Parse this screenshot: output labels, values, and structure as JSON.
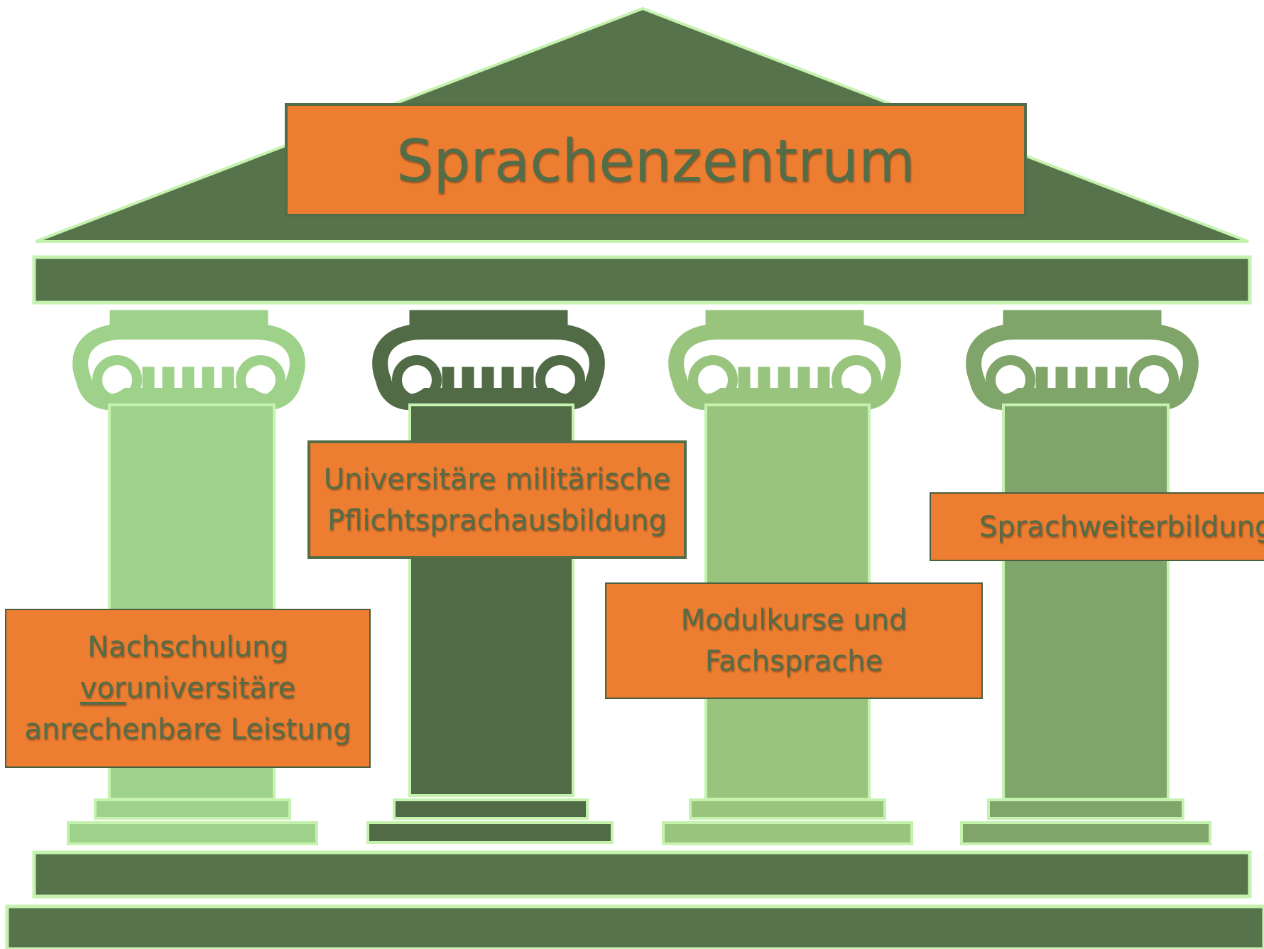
{
  "title": "Sprachenzentrum",
  "pillars": [
    {
      "lines": [
        "Nachschulung",
        "voruniversitäre",
        "anrechenbare Leistung"
      ],
      "underlined_prefix": "vor",
      "line2_rest": "universitäre",
      "color": "#9ed18a"
    },
    {
      "lines": [
        "Universitäre militärische",
        "Pflichtsprachausbildung"
      ],
      "color": "#506b45"
    },
    {
      "lines": [
        "Modulkurse und",
        "Fachsprache"
      ],
      "color": "#98c47e"
    },
    {
      "lines": [
        "Sprachweiterbildung"
      ],
      "color": "#7fa56a"
    }
  ],
  "colors": {
    "roof": "#56734b",
    "label_fill": "#ec7d31",
    "label_text": "#526d47",
    "glow": "#c6f2b0"
  }
}
